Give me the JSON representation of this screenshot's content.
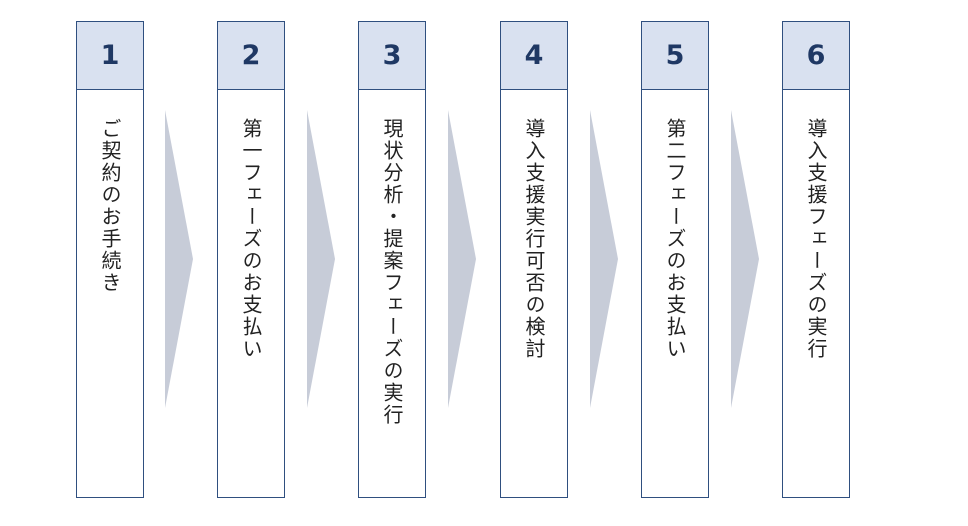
{
  "steps": [
    {
      "number": "1",
      "label": "ご契約のお手続き"
    },
    {
      "number": "2",
      "label": "第一フェーズのお支払い"
    },
    {
      "number": "3",
      "label": "現状分析・提案フェーズの実行"
    },
    {
      "number": "4",
      "label": "導入支援実行可否の検討"
    },
    {
      "number": "5",
      "label": "第二フェーズのお支払い"
    },
    {
      "number": "6",
      "label": "導入支援フェーズの実行"
    }
  ],
  "colors": {
    "header_fill": "#d9e1f0",
    "border": "#2f4f7f",
    "number_text": "#1f3864",
    "arrow_fill": "#c7ccd8"
  }
}
